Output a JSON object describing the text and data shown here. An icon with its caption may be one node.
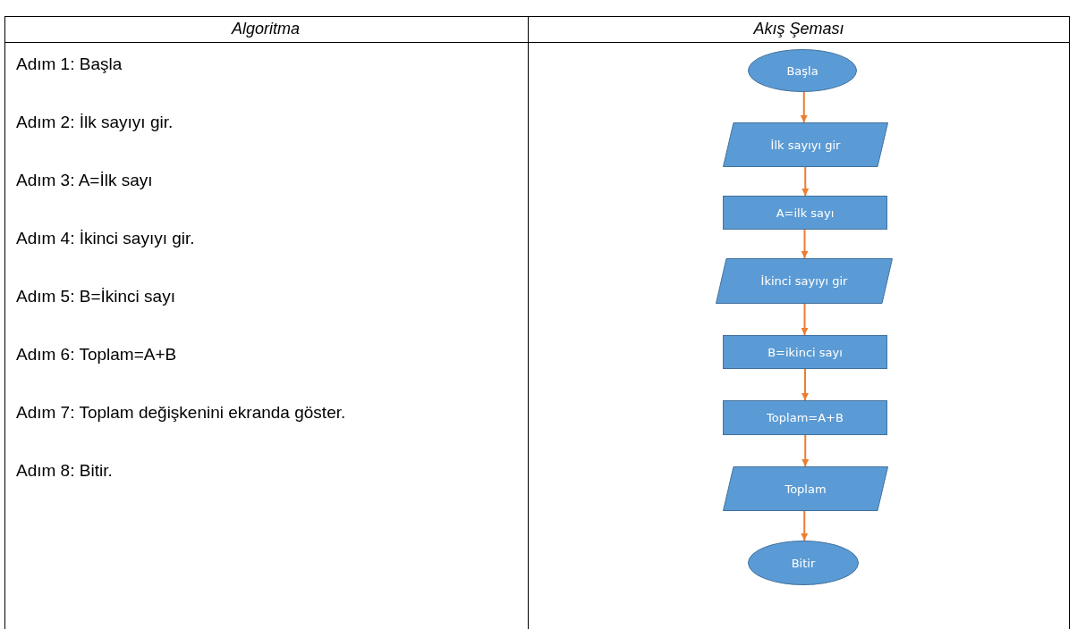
{
  "diagram": {
    "nodes": [
      {
        "text": [
          "Başla"
        ]
      },
      {
        "text": [
          "İlk sayıyı gir"
        ]
      },
      {
        "text": [
          "A=ilk sayı"
        ]
      },
      {
        "text": [
          "İkinci sayıyı gir"
        ]
      },
      {
        "text": [
          "B=ikinci sayı"
        ]
      },
      {
        "text": [
          "Toplam=A+B"
        ]
      },
      {
        "text": [
          "Toplam"
        ]
      },
      {
        "text": [
          "Bitir"
        ]
      }
    ],
    "edges": [
      {
        "from": 0,
        "to": 1,
        "arrow": "to"
      },
      {
        "from": 1,
        "to": 2,
        "arrow": "to"
      },
      {
        "from": 2,
        "to": 3,
        "arrow": "to"
      },
      {
        "from": 3,
        "to": 4,
        "arrow": "to"
      },
      {
        "from": 4,
        "to": 5,
        "arrow": "to"
      },
      {
        "from": 5,
        "to": 6,
        "arrow": "to"
      },
      {
        "from": 6,
        "to": 7,
        "arrow": "to"
      }
    ],
    "labels": [
      "Algoritma",
      "Akış Şeması",
      "Adım 1: Başla",
      "Adım 2: İlk sayıyı gir.",
      "Adım 3: A=İlk sayı",
      "Adım 4: İkinci sayıyı gir.",
      "Adım 5: B=İkinci sayı",
      "Adım 6: Toplam=A+B",
      "Adım 7: Toplam değişkenini ekranda göster.",
      "Adım 8: Bitir."
    ]
  }
}
